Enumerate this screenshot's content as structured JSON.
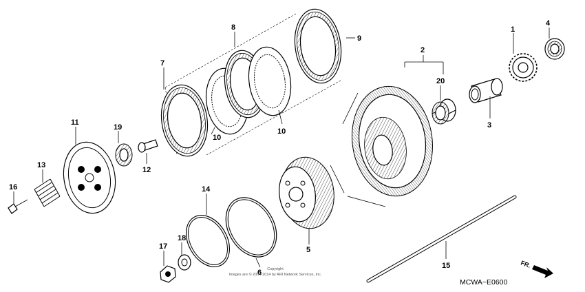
{
  "callouts": {
    "c1": "1",
    "c2": "2",
    "c3": "3",
    "c4": "4",
    "c5": "5",
    "c6": "6",
    "c7": "7",
    "c8": "8",
    "c9": "9",
    "c10a": "10",
    "c10b": "10",
    "c11": "11",
    "c12": "12",
    "c13": "13",
    "c14": "14",
    "c15": "15",
    "c16": "16",
    "c17": "17",
    "c18": "18",
    "c19": "19",
    "c20": "20"
  },
  "diagram_code": "MCWA−E0600",
  "direction_label": "FR.",
  "copyright": {
    "line1": "Copyright",
    "line2": "Images are © 2004-2014 by ARI Network Services, Inc."
  }
}
